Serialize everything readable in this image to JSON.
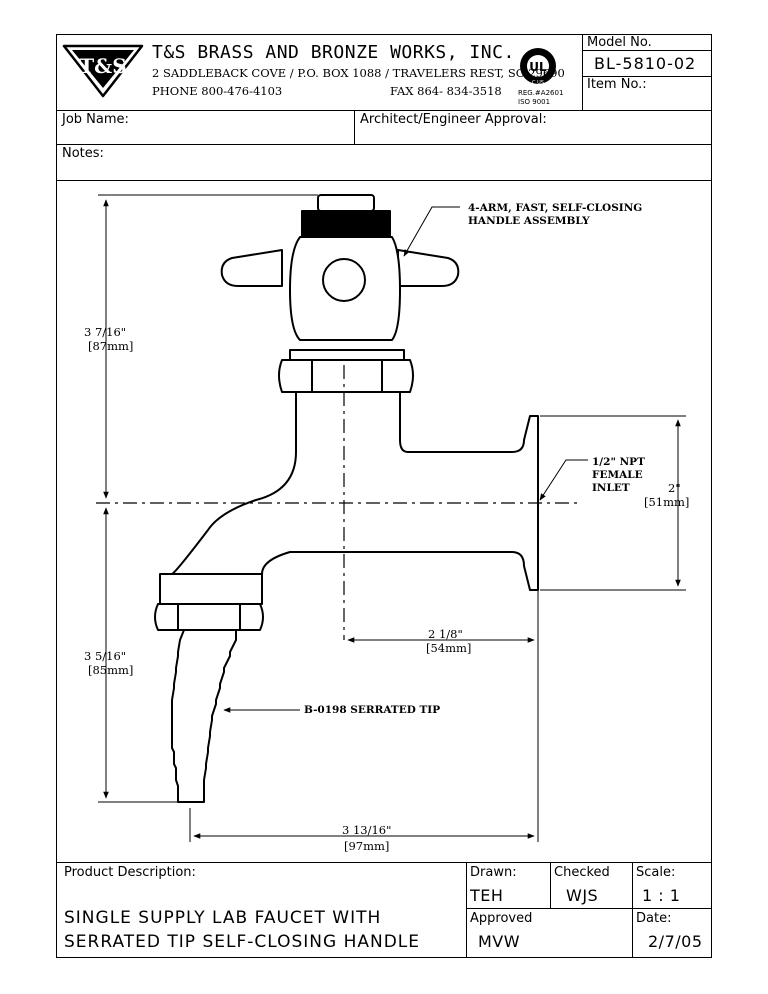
{
  "header": {
    "company": "T&S BRASS AND BRONZE WORKS, INC.",
    "address": "2 SADDLEBACK COVE / P.O. BOX 1088 / TRAVELERS REST, SC 29690",
    "phone": "PHONE 800-476-4103",
    "fax": "FAX  864- 834-3518",
    "logo_text": "T&S",
    "ul_text": "UL",
    "ul_ring_text": "C  US",
    "reg_line1": "REG.#A2601",
    "reg_line2": "ISO  9001",
    "model_label": "Model No.",
    "model_value": "BL-5810-02",
    "item_label": "Item  No.:"
  },
  "info": {
    "job_label": "Job Name:",
    "approval_label": "Architect/Engineer Approval:",
    "notes_label": "Notes:"
  },
  "drawing": {
    "callout_handle": [
      "4-ARM, FAST, SELF-CLOSING",
      "HANDLE ASSEMBLY"
    ],
    "callout_inlet": [
      "1/2\" NPT",
      "FEMALE",
      "INLET"
    ],
    "callout_tip": "B-0198 SERRATED TIP",
    "dim_top": [
      "3 7/16\"",
      "[87mm]"
    ],
    "dim_bottom": [
      "3 5/16\"",
      "[85mm]"
    ],
    "dim_right": [
      "2\"",
      "[51mm]"
    ],
    "dim_mid": [
      "2 1/8\"",
      "[54mm]"
    ],
    "dim_base": [
      "3 13/16\"",
      "[97mm]"
    ]
  },
  "footer": {
    "desc_label": "Product Description:",
    "desc_line1": "SINGLE SUPPLY LAB FAUCET WITH",
    "desc_line2": "SERRATED TIP SELF-CLOSING HANDLE",
    "drawn_label": "Drawn:",
    "drawn_value": "TEH",
    "checked_label": "Checked",
    "checked_value": "WJS",
    "scale_label": "Scale:",
    "scale_value": "1 : 1",
    "approved_label": "Approved",
    "approved_value": "MVW",
    "date_label": "Date:",
    "date_value": "2/7/05"
  }
}
